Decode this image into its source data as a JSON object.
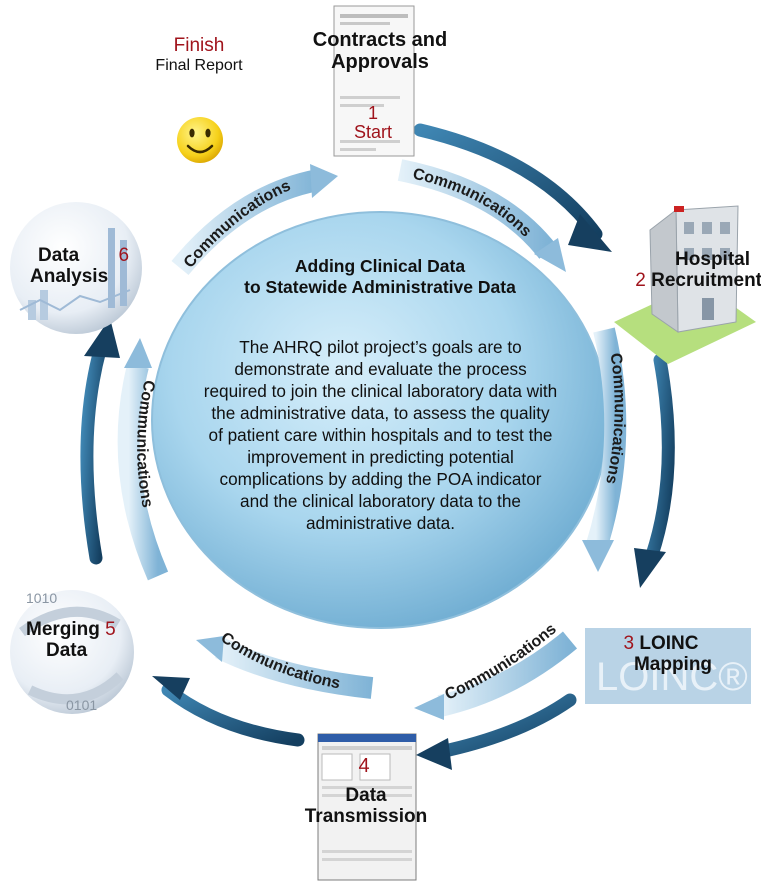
{
  "center": {
    "title_line1": "Adding Clinical Data",
    "title_line2": "to Statewide Administrative Data",
    "body_lines": [
      "The AHRQ pilot project’s goals are to",
      "demonstrate and evaluate the process",
      "required to join the clinical laboratory data with",
      "the administrative data, to assess the quality",
      "of patient care within hospitals and to test the",
      "improvement in predicting potential",
      "complications by adding the POA indicator",
      "and the clinical laboratory data to the",
      "administrative data."
    ]
  },
  "communications_label": "Communications",
  "steps": {
    "finish_word": "Finish",
    "finish_label": "Final Report",
    "s1_label_line1": "Contracts and",
    "s1_label_line2": "Approvals",
    "s1_number": "1",
    "s1_start": "Start",
    "s2_number": "2",
    "s2_line1": "Hospital",
    "s2_line2": "Recruitment",
    "s3_number": "3",
    "s3_line1": "LOINC",
    "s3_line2": "Mapping",
    "s3_watermark": "LOINC®",
    "s4_number": "4",
    "s4_line1": "Data",
    "s4_line2": "Transmission",
    "s5_number": "5",
    "s5_line1": "Merging",
    "s5_line2": "Data",
    "s6_number": "6",
    "s6_line1": "Data",
    "s6_line2": "Analysis"
  },
  "icons": {
    "smiley": "smiley-face-icon",
    "document": "contract-document-icon",
    "building": "hospital-building-icon",
    "screen": "software-window-icon",
    "binary": "binary-data-swirl-icon",
    "chart": "bar-chart-icon"
  },
  "colors": {
    "big_arrow": "#1d5a82",
    "comm_arrow": "#9cc6e0",
    "center_fill": "#a9d6ee",
    "number_red": "#a0141c"
  }
}
